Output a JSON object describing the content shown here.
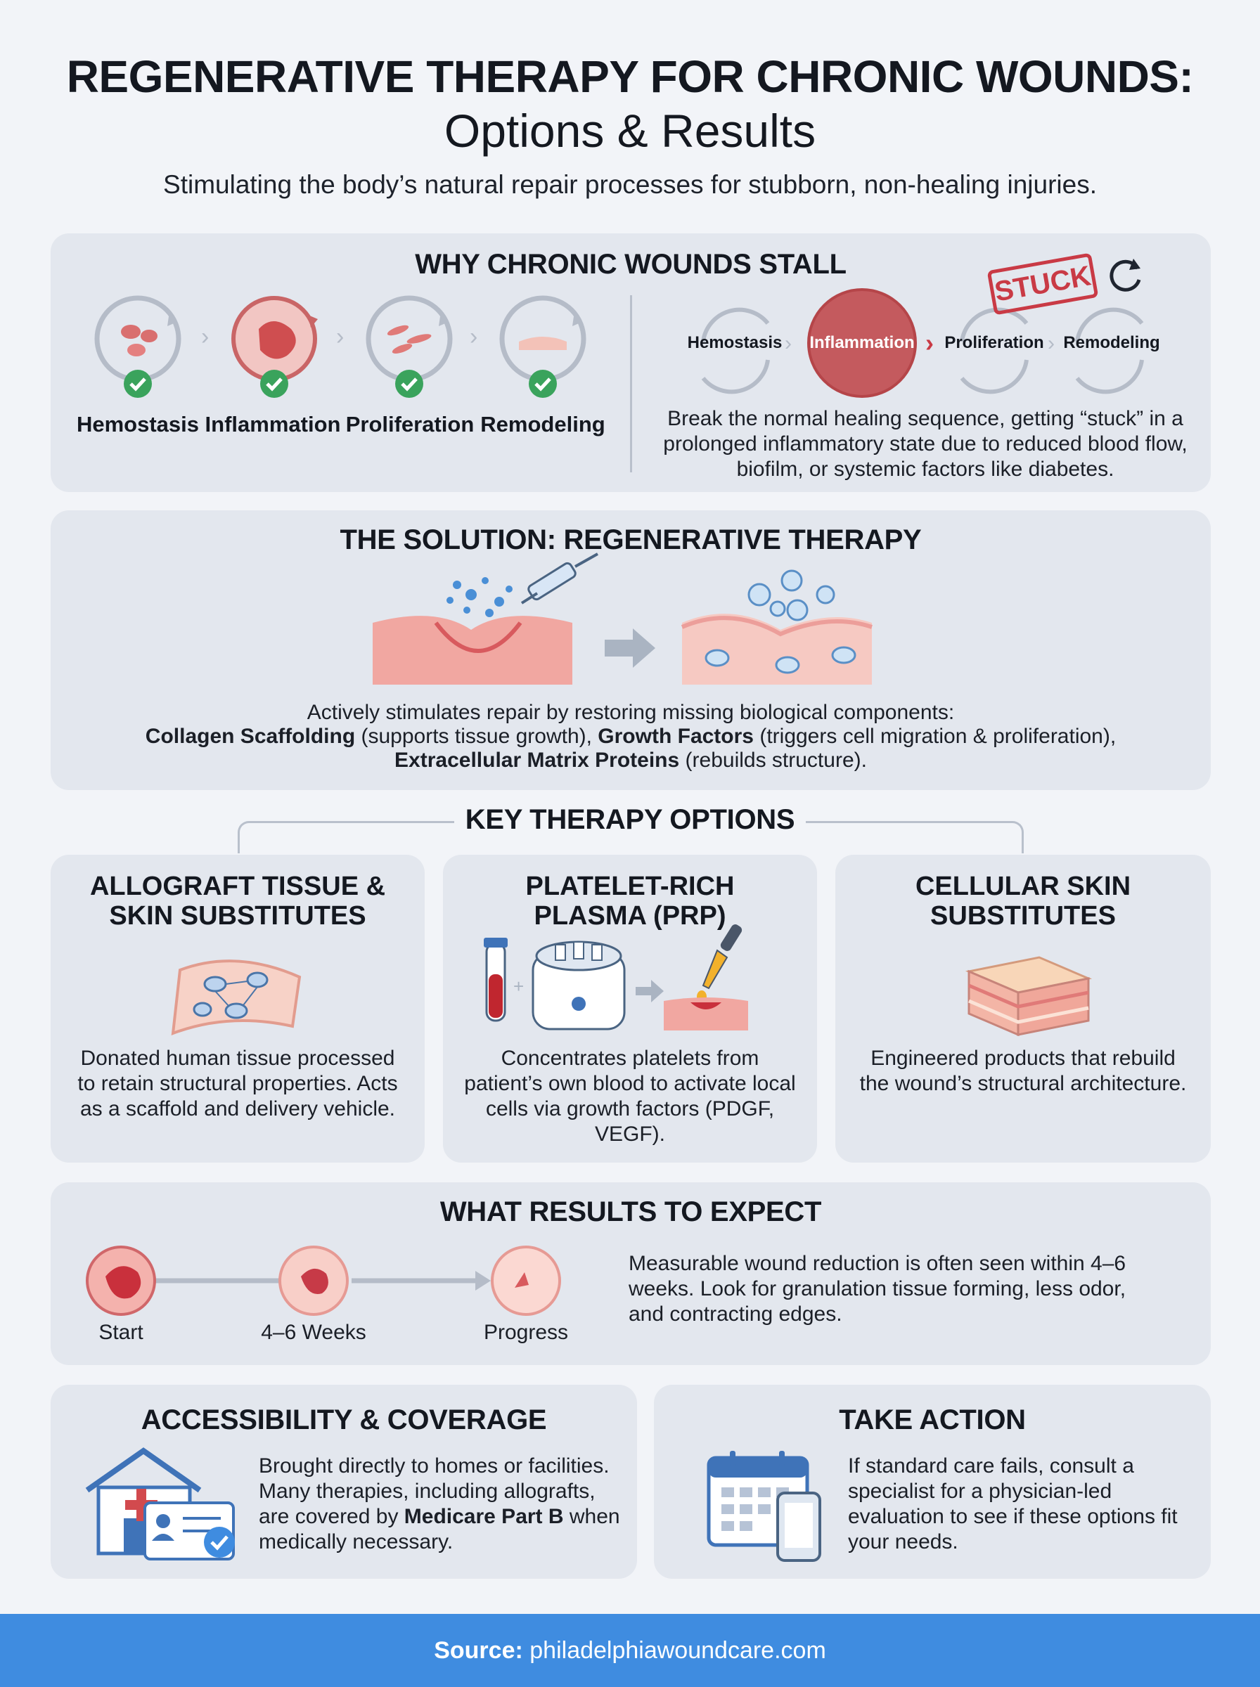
{
  "header": {
    "title": "REGENERATIVE THERAPY FOR CHRONIC WOUNDS:",
    "subtitle": "Options & Results",
    "tagline": "Stimulating the body’s natural repair processes for stubborn, non-healing injuries."
  },
  "stall": {
    "title": "WHY CHRONIC WOUNDS STALL",
    "normal_stages": [
      "Hemostasis",
      "Inflammation",
      "Proliferation",
      "Remodeling"
    ],
    "stuck_stages": [
      "Hemostasis",
      "Inflammation",
      "Proliferation",
      "Remodeling"
    ],
    "stuck_badge": "STUCK",
    "description": "Break the normal healing sequence, getting “stuck” in a prolonged inflammatory state due to reduced blood flow, biofilm, or systemic factors like diabetes."
  },
  "solution": {
    "title": "THE SOLUTION: REGENERATIVE THERAPY",
    "intro": "Actively stimulates repair by restoring missing biological components:",
    "item1_bold": "Collagen Scaffolding",
    "item1_text": " (supports tissue growth), ",
    "item2_bold": "Growth Factors",
    "item2_text": " (triggers cell migration & proliferation),",
    "item3_bold": "Extracellular Matrix Proteins",
    "item3_text": " (rebuilds structure)."
  },
  "options": {
    "title": "KEY THERAPY OPTIONS",
    "cards": [
      {
        "title": "ALLOGRAFT TISSUE & SKIN SUBSTITUTES",
        "text": "Donated human tissue processed to retain structural properties. Acts as a scaffold and delivery vehicle."
      },
      {
        "title": "PLATELET-RICH PLASMA (PRP)",
        "text": "Concentrates platelets from patient’s own blood to activate local cells via growth factors (PDGF, VEGF)."
      },
      {
        "title": "CELLULAR SKIN SUBSTITUTES",
        "text": "Engineered products that rebuild the wound’s structural architecture."
      }
    ]
  },
  "results": {
    "title": "WHAT RESULTS TO EXPECT",
    "steps": [
      "Start",
      "4–6 Weeks",
      "Progress"
    ],
    "text": "Measurable wound reduction is often seen within 4–6 weeks. Look for granulation tissue forming, less odor, and contracting edges."
  },
  "coverage": {
    "title": "ACCESSIBILITY & COVERAGE",
    "text_before": "Brought directly to homes or facilities. Many therapies, including allografts, are covered by ",
    "text_bold": "Medicare Part B",
    "text_after": " when medically necessary."
  },
  "action": {
    "title": "TAKE ACTION",
    "text": "If standard care fails, consult a specialist for a physician-led evaluation to see if these options fit your needs."
  },
  "footer": {
    "label": "Source:",
    "source": "philadelphiawoundcare.com"
  },
  "colors": {
    "accent_blue": "#3f8ce0",
    "wound_red": "#c45a5e",
    "check_green": "#3aa35c",
    "panel_bg": "#e3e7ee"
  }
}
